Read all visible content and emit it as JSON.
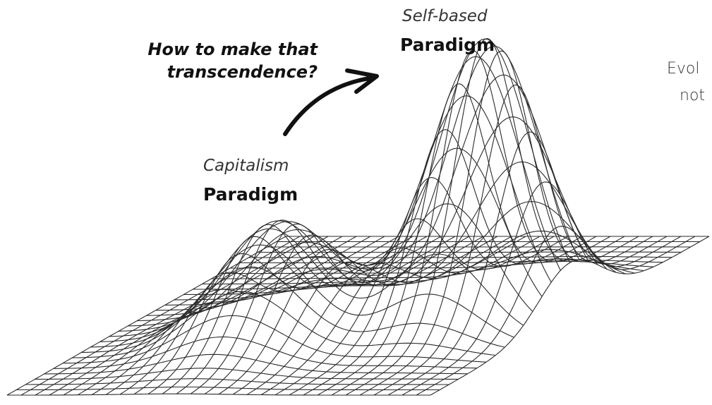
{
  "question": {
    "line1": "How to make that",
    "line2": "transcendence?"
  },
  "peaks": [
    {
      "subtitle": "Self-based",
      "title": "Paradigm"
    },
    {
      "subtitle": "Capitalism",
      "title": "Paradigm"
    }
  ],
  "edge_text": {
    "line1": "Evol",
    "line2": "not"
  },
  "colors": {
    "mesh": "#2a2a2a",
    "arrow": "#111111",
    "background": "#ffffff"
  },
  "icons": [
    "curved-arrow-icon"
  ]
}
